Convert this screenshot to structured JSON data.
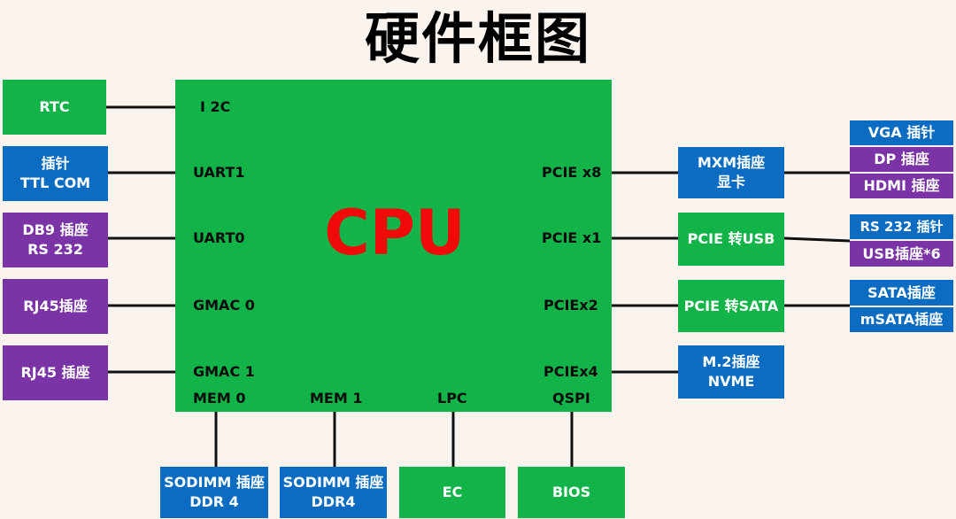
{
  "title": "硬件框图",
  "cpu": {
    "label": "CPU",
    "ports": {
      "i2c": "I 2C",
      "uart1": "UART1",
      "uart0": "UART0",
      "gmac0": "GMAC 0",
      "gmac1": "GMAC 1",
      "mem0": "MEM 0",
      "mem1": "MEM 1",
      "lpc": "LPC",
      "qspi": "QSPI",
      "pcie_x8": "PCIE x8",
      "pcie_x1": "PCIE x1",
      "pcie_x2": "PCIEx2",
      "pcie_x4": "PCIEx4"
    }
  },
  "left_boxes": {
    "rtc": "RTC",
    "ttl_line1": "插针",
    "ttl_line2": "TTL COM",
    "db9_line1": "DB9 插座",
    "db9_line2": "RS 232",
    "rj45_a": "RJ45插座",
    "rj45_b": "RJ45 插座"
  },
  "bottom_boxes": {
    "sodimm0_line1": "SODIMM 插座",
    "sodimm0_line2": "DDR 4",
    "sodimm1_line1": "SODIMM 插座",
    "sodimm1_line2": "DDR4",
    "ec": "EC",
    "bios": "BIOS"
  },
  "middle_right_boxes": {
    "mxm_line1": "MXM插座",
    "mxm_line2": "显卡",
    "pcie_usb": "PCIE 转USB",
    "pcie_sata": "PCIE 转SATA",
    "m2_line1": "M.2插座",
    "m2_line2": "NVME"
  },
  "far_right_boxes": {
    "vga": "VGA 插针",
    "dp": "DP 插座",
    "hdmi": "HDMI 插座",
    "rs232": "RS 232 插针",
    "usb": "USB插座*6",
    "sata": "SATA插座",
    "msata": "mSATA插座"
  },
  "colors": {
    "background": "#fbf4ee",
    "green": "#12b348",
    "blue": "#0b6cc2",
    "purple": "#7a34a6",
    "cpu_text": "#f00a0a"
  }
}
